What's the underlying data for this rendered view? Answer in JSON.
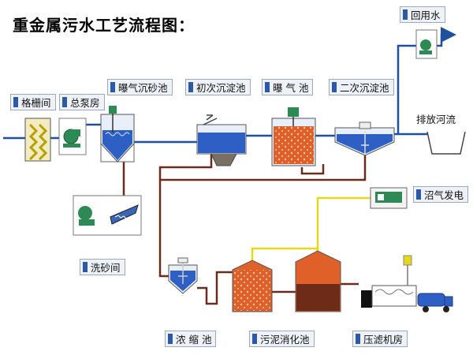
{
  "title": "重金属污水工艺流程图：",
  "labels": {
    "grille": "格栅间",
    "pump_house": "总泵房",
    "aerated_grit": "曝气沉砂池",
    "primary_settling": "初次沉淀池",
    "aeration_tank": "曝 气 池",
    "secondary_settling": "二次沉淀池",
    "reuse_water": "回用水",
    "discharge": "排放河流",
    "biogas_power": "沼气发电",
    "sand_washing": "洗砂间",
    "thickener": "浓 缩 池",
    "digester": "污泥消化池",
    "filter_press": "压滤机房"
  },
  "colors": {
    "water_pipe": "#1f4fa0",
    "sludge_pipe": "#6a2c1e",
    "gas_pipe": "#e3d81a",
    "water": "#2d5fc4",
    "sludge_orange": "#e0602a",
    "label_marker": "#2b58a8"
  }
}
